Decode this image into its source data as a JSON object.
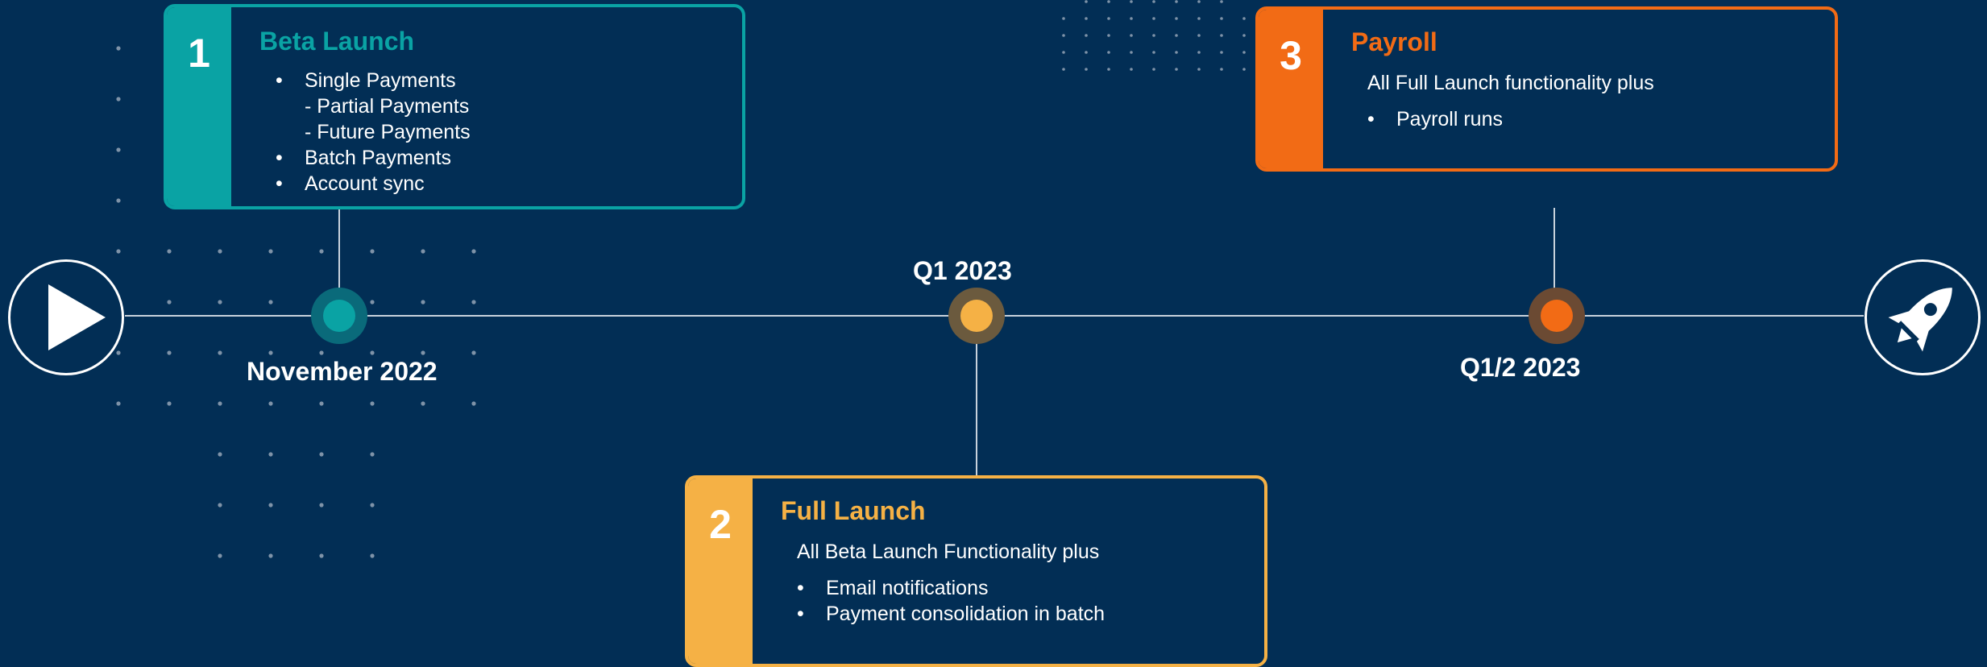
{
  "timeline": {
    "start_icon": "play-icon",
    "end_icon": "rocket-icon",
    "milestones": [
      {
        "number": "1",
        "date": "November 2022",
        "title": "Beta Launch",
        "color": "#0AA3A4",
        "halo": "#0A6A7A",
        "intro": "",
        "items": [
          {
            "text": "Single Payments",
            "subitems": [
              "- Partial Payments",
              "- Future Payments"
            ]
          },
          {
            "text": "Batch Payments",
            "subitems": []
          },
          {
            "text": "Account sync",
            "subitems": []
          }
        ]
      },
      {
        "number": "2",
        "date": "Q1 2023",
        "title": "Full Launch",
        "color": "#F5B145",
        "halo": "#6B5A3E",
        "intro": "All Beta Launch Functionality plus",
        "items": [
          {
            "text": "Email notifications",
            "subitems": []
          },
          {
            "text": "Payment consolidation in batch",
            "subitems": []
          }
        ]
      },
      {
        "number": "3",
        "date": "Q1/2 2023",
        "title": "Payroll",
        "color": "#F26B15",
        "halo": "#6B4A33",
        "intro": "All Full Launch functionality plus",
        "items": [
          {
            "text": "Payroll runs",
            "subitems": []
          }
        ]
      }
    ]
  }
}
